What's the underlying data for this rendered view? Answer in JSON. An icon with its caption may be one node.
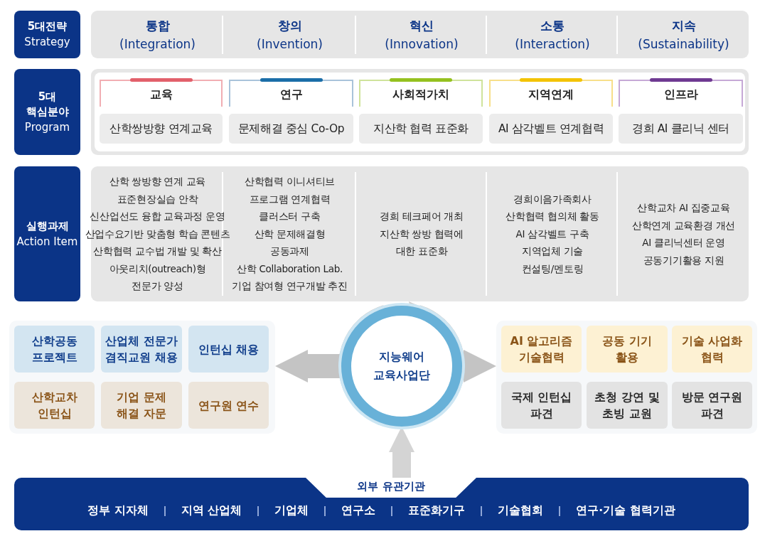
{
  "diagram": {
    "nodes": [
      {
        "text": [
          "5대전략",
          "Strategy"
        ]
      },
      {
        "text": [
          "통합",
          "(Integration)"
        ]
      },
      {
        "text": [
          "창의",
          "(Invention)"
        ]
      },
      {
        "text": [
          "혁신",
          "(Innovation)"
        ]
      },
      {
        "text": [
          "소통",
          "(Interaction)"
        ]
      },
      {
        "text": [
          "지속",
          "(Sustainability)"
        ]
      },
      {
        "text": [
          "5대 핵심분야",
          "Program"
        ]
      },
      {
        "text": [
          "교육",
          "산학쌍방향 연계교육"
        ]
      },
      {
        "text": [
          "연구",
          "문제해결 중심 Co-Op"
        ]
      },
      {
        "text": [
          "사회적가치",
          "지산학 협력 표준화"
        ]
      },
      {
        "text": [
          "지역연계",
          "AI 삼각벨트 연계협력"
        ]
      },
      {
        "text": [
          "인프라",
          "경희 AI 클리닉 센터"
        ]
      },
      {
        "text": [
          "실행과제",
          "Action Item"
        ]
      },
      {
        "text": [
          "산학 쌍방향 연계 교육",
          "표준현장실습 안착",
          "신산업선도 융합 교육과정 운영",
          "산업수요기반 맞춤형 학습 콘텐츠",
          "산학협력 교수법 개발 및 확산",
          "아웃리치(outreach)형",
          "전문가 양성"
        ]
      },
      {
        "text": [
          "산학협력 이니셔티브",
          "프로그램 연계협력",
          "클러스터 구축",
          "산학 문제해결형",
          "공동과제",
          "산학 Collaboration Lab.",
          "기업 참여형 연구개발 추진"
        ]
      },
      {
        "text": [
          "경희 테크페어 개최",
          "지산학 쌍방 협력에",
          "대한 표준화"
        ]
      },
      {
        "text": [
          "경희이음가족회사",
          "산학협력 협의체 활동",
          "AI 삼각벨트 구축",
          "지역업체 기술",
          "컨설팅/멘토링"
        ]
      },
      {
        "text": [
          "산학교차 AI 집중교육",
          "산학연계 교육환경 개선",
          "AI 클리닉센터 운영",
          "공동기기활용 지원"
        ]
      },
      {
        "text": [],
        "shape": "box"
      },
      {
        "text": [
          "산학공동 프로젝트"
        ],
        "in": 18
      },
      {
        "text": [
          "산업체 전문가 겸직교원 채용"
        ],
        "in": 18
      },
      {
        "text": [
          "인턴십 채용"
        ],
        "in": 18
      },
      {
        "text": [
          "산학교차 인턴십"
        ],
        "in": 18
      },
      {
        "text": [
          "기업 문제 해결 자문"
        ],
        "in": 18
      },
      {
        "text": [
          "연구원 연수"
        ],
        "in": 18
      },
      {
        "text": [
          "지능웨어 교육사업단"
        ]
      },
      {
        "text": [],
        "shape": "box"
      },
      {
        "text": [
          "AI 알고리즘 기술협력"
        ],
        "in": 26
      },
      {
        "text": [
          "공동 기기 활용"
        ],
        "in": 26
      },
      {
        "text": [
          "기술 사업화 협력"
        ],
        "in": 26
      },
      {
        "text": [
          "국제 인턴십 파견"
        ],
        "in": 26
      },
      {
        "text": [
          "초청 강연 및 초빙 교원"
        ],
        "in": 26
      },
      {
        "text": [
          "방문 연구원 파견"
        ],
        "in": 26
      },
      {
        "text": [
          "외부 유관기관",
          "정부 지자체",
          "지역 산업체",
          "기업체",
          "연구소",
          "표준화기구",
          "기술협회",
          "연구·기술 협력기관"
        ]
      }
    ],
    "edges": [
      {
        "from": 25,
        "to": 18,
        "arrow": "to"
      },
      {
        "from": 25,
        "to": 26,
        "arrow": "to"
      },
      {
        "from": 33,
        "to": 25,
        "arrow": "to"
      }
    ]
  }
}
